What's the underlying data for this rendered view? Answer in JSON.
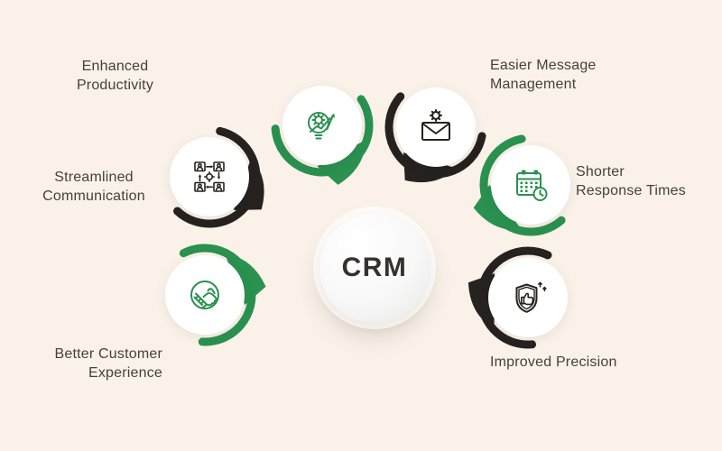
{
  "title": "CRM benefits diagram",
  "background_color": "#faf2e9",
  "colors": {
    "green": "#2a9150",
    "dark": "#262220",
    "label_text": "#454039",
    "crm_text": "#35322e",
    "node_circle": "#ffffff"
  },
  "center": {
    "label": "CRM"
  },
  "nodes": [
    {
      "id": "enhanced-productivity",
      "label": "Enhanced\nProductivity",
      "icon": "lightbulb-gear-growth-icon",
      "color": "green"
    },
    {
      "id": "easier-message-management",
      "label": "Easier Message\nManagement",
      "icon": "envelope-gear-icon",
      "color": "dark"
    },
    {
      "id": "streamlined-communication",
      "label": "Streamlined\nCommunication",
      "icon": "team-network-gear-icon",
      "color": "dark"
    },
    {
      "id": "shorter-response-times",
      "label": "Shorter\nResponse Times",
      "icon": "calendar-clock-icon",
      "color": "green"
    },
    {
      "id": "better-customer-experience",
      "label": "Better Customer\nExperience",
      "icon": "handshake-icon",
      "color": "green"
    },
    {
      "id": "improved-precision",
      "label": "Improved Precision",
      "icon": "shield-thumbs-up-icon",
      "color": "dark"
    }
  ]
}
